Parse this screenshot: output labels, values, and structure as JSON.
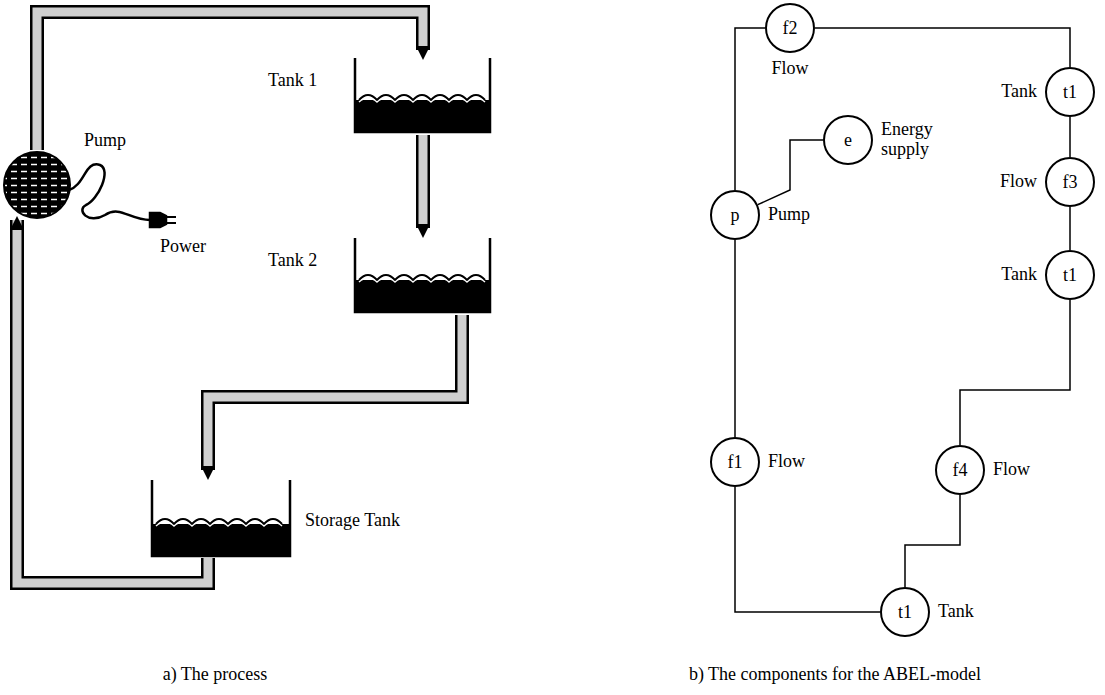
{
  "diagram": {
    "nodes": [
      {
        "text": [
          "f2",
          "Flow"
        ]
      },
      {
        "text": [
          "t1",
          "Tank"
        ]
      },
      {
        "text": [
          "f3",
          "Flow"
        ]
      },
      {
        "text": [
          "t1",
          "Tank"
        ]
      },
      {
        "text": [
          "f4",
          "Flow"
        ]
      },
      {
        "text": [
          "t1",
          "Tank"
        ]
      },
      {
        "text": [
          "f1",
          "Flow"
        ]
      },
      {
        "text": [
          "p",
          "Pump"
        ]
      },
      {
        "text": [
          "e",
          "Energy supply"
        ]
      }
    ],
    "edges": [
      {
        "from": 7,
        "to": 0,
        "arrow": "none"
      },
      {
        "from": 0,
        "to": 1,
        "arrow": "none"
      },
      {
        "from": 1,
        "to": 2,
        "arrow": "none"
      },
      {
        "from": 2,
        "to": 3,
        "arrow": "none"
      },
      {
        "from": 3,
        "to": 4,
        "arrow": "none"
      },
      {
        "from": 4,
        "to": 5,
        "arrow": "none"
      },
      {
        "from": 5,
        "to": 6,
        "arrow": "none"
      },
      {
        "from": 6,
        "to": 7,
        "arrow": "none"
      },
      {
        "from": 7,
        "to": 8,
        "arrow": "none"
      }
    ],
    "labels": [
      "Tank 1",
      "Pump",
      "Power",
      "Tank 2",
      "Storage Tank",
      "a) The process",
      "b) The components for the ABEL-model"
    ]
  }
}
